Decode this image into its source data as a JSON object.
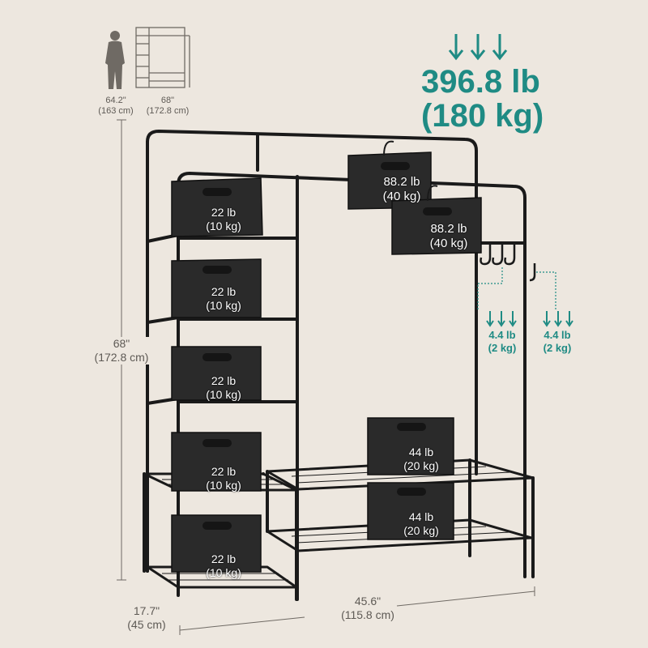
{
  "colors": {
    "background": "#ede7df",
    "teal": "#1f8b84",
    "frame": "#1a1a1a",
    "box": "#2a2a2a",
    "dimension": "#5e5a55"
  },
  "total_capacity": {
    "lb": "396.8 lb",
    "kg": "(180 kg)"
  },
  "person": {
    "height_in": "64.2\"",
    "height_cm": "(163 cm)"
  },
  "thumb_rack": {
    "height_in": "68\"",
    "height_cm": "(172.8 cm)"
  },
  "dimensions": {
    "height_in": "68\"",
    "height_cm": "(172.8 cm)",
    "width_in": "45.6\"",
    "width_cm": "(115.8 cm)",
    "depth_in": "17.7\"",
    "depth_cm": "(45 cm)"
  },
  "hanging_boxes": [
    {
      "lb": "88.2 lb",
      "kg": "(40 kg)"
    },
    {
      "lb": "88.2 lb",
      "kg": "(40 kg)"
    }
  ],
  "shelf_boxes": [
    {
      "lb": "22 lb",
      "kg": "(10 kg)"
    },
    {
      "lb": "22 lb",
      "kg": "(10 kg)"
    },
    {
      "lb": "22 lb",
      "kg": "(10 kg)"
    },
    {
      "lb": "22 lb",
      "kg": "(10 kg)"
    },
    {
      "lb": "22 lb",
      "kg": "(10 kg)"
    }
  ],
  "bottom_boxes": [
    {
      "lb": "44 lb",
      "kg": "(20 kg)"
    },
    {
      "lb": "44 lb",
      "kg": "(20 kg)"
    }
  ],
  "hooks": [
    {
      "lb": "4.4 lb",
      "kg": "(2 kg)"
    },
    {
      "lb": "4.4 lb",
      "kg": "(2 kg)"
    }
  ]
}
